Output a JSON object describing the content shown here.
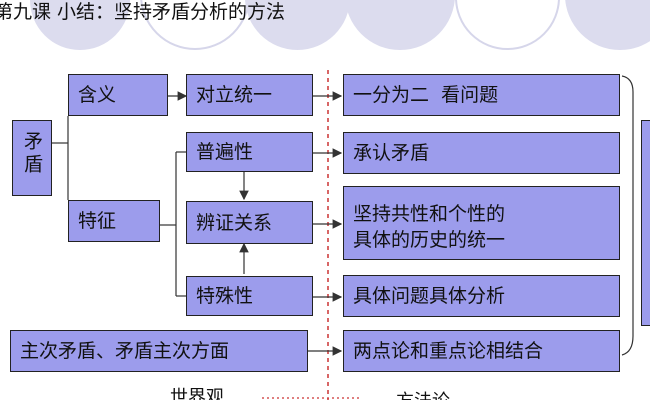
{
  "title": "第九课 小结：坚持矛盾分析的方法",
  "boxes": {
    "maodun": "矛盾",
    "hanyi": "含义",
    "tezheng": "特征",
    "duili": "对立统一",
    "pubian": "普遍性",
    "bianzheng": "辨证关系",
    "teshu": "特殊性",
    "zhuci": "主次矛盾、矛盾主次方面",
    "yifen": "一分为二  看问题",
    "chengren": "承认矛盾",
    "jianchi": "坚持共性和个性的\n具体的历史的统一",
    "juti": "具体问题具体分析",
    "liangdian": "两点论和重点论相结合"
  },
  "labels": {
    "shijieguan": "世界观",
    "fangfalun": "方法论"
  },
  "colors": {
    "box_fill": "#9c9cec",
    "decor_circle": "#dcdcee",
    "divider": "#cc3333",
    "arrow": "#333333"
  }
}
